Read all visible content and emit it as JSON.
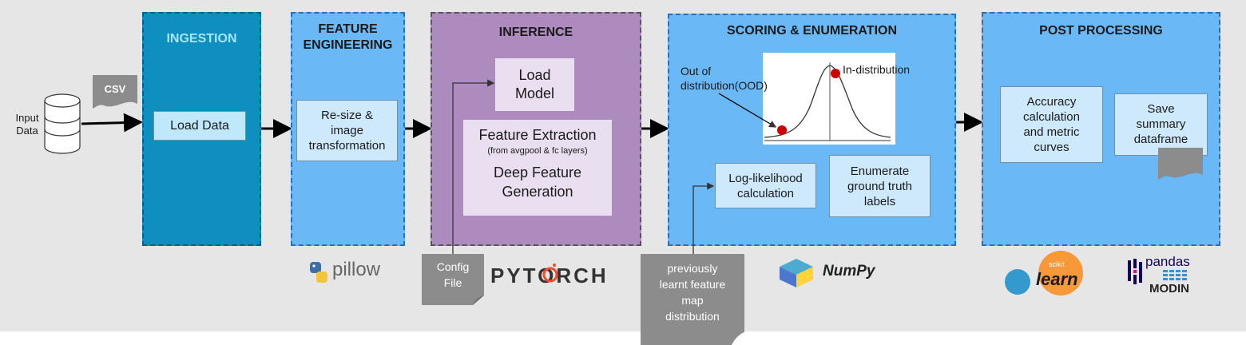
{
  "input": {
    "label": "Input\nData",
    "csv_label": "CSV"
  },
  "stages": {
    "ingestion": {
      "title": "INGESTION",
      "load_data": "Load Data"
    },
    "feature_engineering": {
      "title": "FEATURE\nENGINEERING",
      "resize": "Re-size &\nimage\ntransformation"
    },
    "inference": {
      "title": "INFERENCE",
      "load_model": "Load\nModel",
      "feature_extraction": "Feature Extraction",
      "feature_extraction_sub": "(from avgpool & fc layers)",
      "deep_feature": "Deep Feature\nGeneration"
    },
    "scoring": {
      "title": "SCORING & ENUMERATION",
      "ood_label": "Out of\ndistribution(OOD)",
      "in_dist_label": "In-distribution",
      "loglik": "Log-likelihood\ncalculation",
      "enumerate": "Enumerate\nground truth\nlabels"
    },
    "post": {
      "title": "POST PROCESSING",
      "accuracy": "Accuracy\ncalculation\nand metric\ncurves",
      "save": "Save\nsummary\ndataframe"
    }
  },
  "docs": {
    "config": "Config\nFile",
    "prev": "previously\nlearnt feature\nmap\ndistribution"
  },
  "logos": {
    "pillow": "pillow",
    "pytorch": "PYTORCH",
    "numpy": "NumPy",
    "scikit_small": "scikit",
    "learn": "learn",
    "pandas": "pandas",
    "modin": "MODIN"
  },
  "colors": {
    "ingestion": "#0f8fbf",
    "ingestion_title": "#9fe3f8",
    "feature": "#6ab8f5",
    "inference": "#ad8bbe",
    "scoring": "#6ab8f5",
    "post": "#6ab8f5",
    "doc": "#8c8c8c",
    "dot": "#cc0000"
  }
}
